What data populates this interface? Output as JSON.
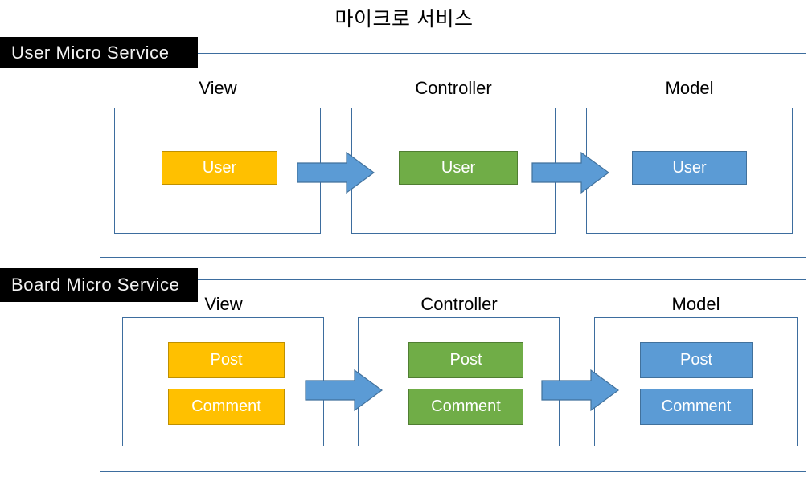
{
  "diagram": {
    "title": "마이크로 서비스",
    "accent_colors": {
      "view": "#FFC000",
      "controller": "#70AD47",
      "model": "#5B9BD5",
      "container_border": "#3D6D9E",
      "badge_background": "#000000",
      "badge_text": "#F2F2F2",
      "arrow_fill": "#5B9BD5",
      "arrow_stroke": "#41719C"
    },
    "services": [
      {
        "id": "user",
        "badge_label": "User Micro Service",
        "layers": [
          {
            "id": "view",
            "heading": "View",
            "entities": [
              "User"
            ]
          },
          {
            "id": "controller",
            "heading": "Controller",
            "entities": [
              "User"
            ]
          },
          {
            "id": "model",
            "heading": "Model",
            "entities": [
              "User"
            ]
          }
        ],
        "arrows": [
          {
            "from": "view",
            "to": "controller",
            "icon": "right-block-arrow-icon"
          },
          {
            "from": "controller",
            "to": "model",
            "icon": "right-block-arrow-icon"
          }
        ]
      },
      {
        "id": "board",
        "badge_label": "Board Micro Service",
        "layers": [
          {
            "id": "view",
            "heading": "View",
            "entities": [
              "Post",
              "Comment"
            ]
          },
          {
            "id": "controller",
            "heading": "Controller",
            "entities": [
              "Post",
              "Comment"
            ]
          },
          {
            "id": "model",
            "heading": "Model",
            "entities": [
              "Post",
              "Comment"
            ]
          }
        ],
        "arrows": [
          {
            "from": "view",
            "to": "controller",
            "icon": "right-block-arrow-icon"
          },
          {
            "from": "controller",
            "to": "model",
            "icon": "right-block-arrow-icon"
          }
        ]
      }
    ]
  }
}
